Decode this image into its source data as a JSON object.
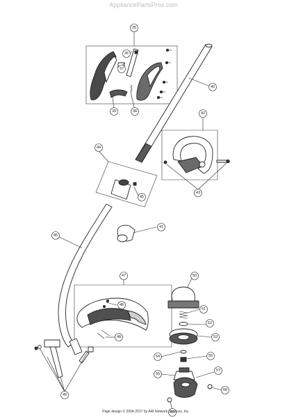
{
  "watermark": "AppliancePartsPros.com",
  "copyright": "Page design © 2004-2017 by ARI Network Services, Inc.",
  "parts": [
    {
      "label": "35"
    },
    {
      "label": "36"
    },
    {
      "label": "37"
    },
    {
      "label": "38"
    },
    {
      "label": "39"
    },
    {
      "label": "40"
    },
    {
      "label": "41"
    },
    {
      "label": "42"
    },
    {
      "label": "43"
    },
    {
      "label": "44"
    },
    {
      "label": "45"
    },
    {
      "label": "46"
    },
    {
      "label": "47"
    },
    {
      "label": "48"
    },
    {
      "label": "48"
    },
    {
      "label": "49"
    },
    {
      "label": "50"
    },
    {
      "label": "51"
    },
    {
      "label": "52"
    },
    {
      "label": "53"
    },
    {
      "label": "54"
    },
    {
      "label": "55"
    },
    {
      "label": "56"
    },
    {
      "label": "57"
    },
    {
      "label": "58"
    },
    {
      "label": "59"
    }
  ]
}
